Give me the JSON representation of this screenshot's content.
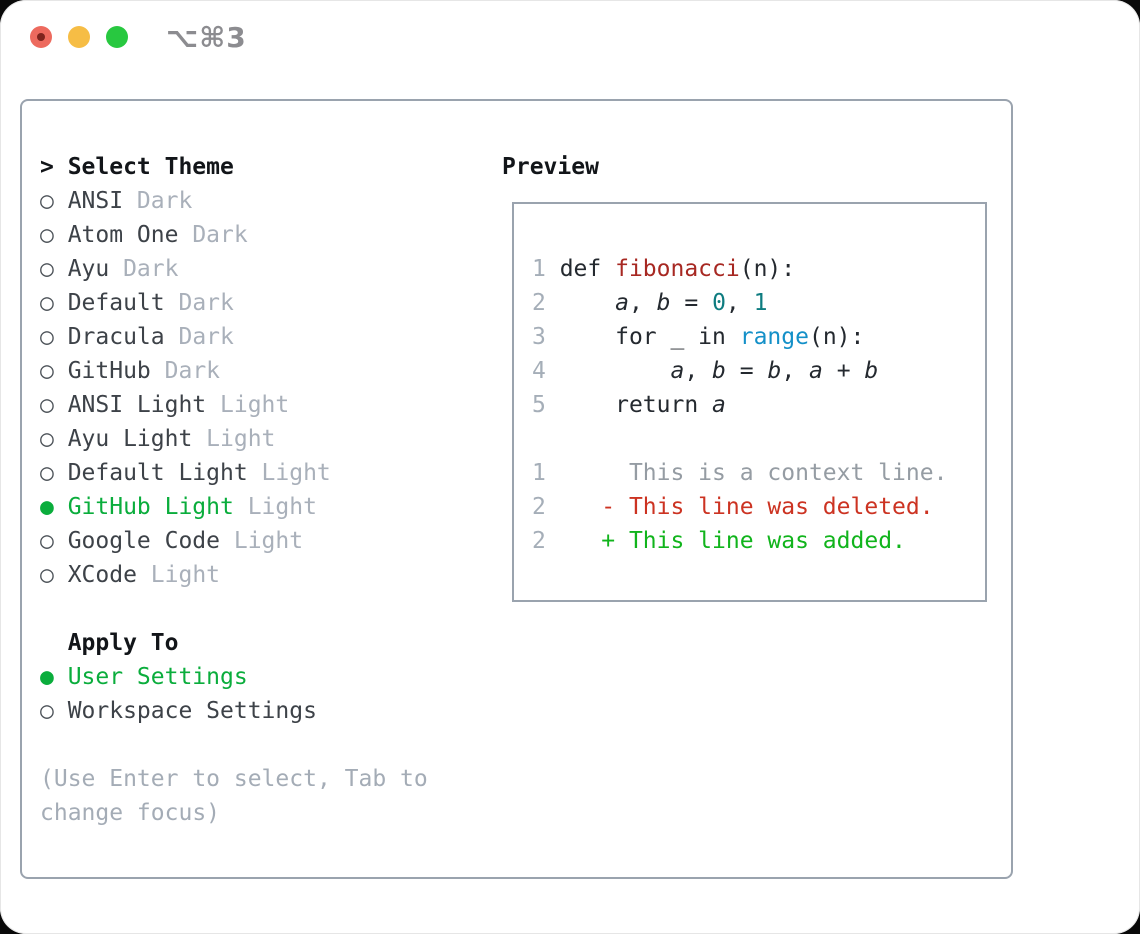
{
  "colors": {
    "accent_green": "#0AAD3C",
    "diff_red": "#CC3322",
    "diff_green": "#11B41C",
    "code_plain": "#24292F",
    "code_function": "#A72822",
    "code_number": "#0E7C80",
    "code_builtin": "#1490C8",
    "line_number": "#A5AEB8",
    "context_text": "#959CA3",
    "muted_tag": "#A9B0BA",
    "text_dark": "#3D4248",
    "header_text": "#121519",
    "help_text": "#A4ACB6",
    "panel_border": "#9AA3AE",
    "titlebar_text": "#8C8C90",
    "traffic_red": "#ED6A5E",
    "traffic_yellow": "#F6BD45",
    "traffic_green": "#28C840"
  },
  "titlebar": {
    "title": "⌥⌘3"
  },
  "theme_panel": {
    "header": {
      "prompt": ">",
      "label": "Select Theme"
    },
    "themes": [
      {
        "marker": "○",
        "name": "ANSI",
        "tag": "Dark",
        "selected": false
      },
      {
        "marker": "○",
        "name": "Atom One",
        "tag": "Dark",
        "selected": false
      },
      {
        "marker": "○",
        "name": "Ayu",
        "tag": "Dark",
        "selected": false
      },
      {
        "marker": "○",
        "name": "Default",
        "tag": "Dark",
        "selected": false
      },
      {
        "marker": "○",
        "name": "Dracula",
        "tag": "Dark",
        "selected": false
      },
      {
        "marker": "○",
        "name": "GitHub",
        "tag": "Dark",
        "selected": false
      },
      {
        "marker": "○",
        "name": "ANSI Light",
        "tag": "Light",
        "selected": false
      },
      {
        "marker": "○",
        "name": "Ayu Light",
        "tag": "Light",
        "selected": false
      },
      {
        "marker": "○",
        "name": "Default Light",
        "tag": "Light",
        "selected": false
      },
      {
        "marker": "●",
        "name": "GitHub Light",
        "tag": "Light",
        "selected": true
      },
      {
        "marker": "○",
        "name": "Google Code",
        "tag": "Light",
        "selected": false
      },
      {
        "marker": "○",
        "name": "XCode",
        "tag": "Light",
        "selected": false
      }
    ],
    "apply_to": {
      "label": "Apply To",
      "options": [
        {
          "marker": "●",
          "name": "User Settings",
          "selected": true
        },
        {
          "marker": "○",
          "name": "Workspace Settings",
          "selected": false
        }
      ]
    },
    "help": [
      "(Use Enter to select, Tab to",
      "change focus)"
    ]
  },
  "preview": {
    "title": "Preview",
    "lines": [
      [
        {
          "t": "1 ",
          "c": "ln"
        },
        {
          "t": "def ",
          "c": "pl"
        },
        {
          "t": "fibonacci",
          "c": "fn"
        },
        {
          "t": "(n):",
          "c": "pl"
        }
      ],
      [
        {
          "t": "2     ",
          "c": "ln"
        },
        {
          "t": "a",
          "c": "var"
        },
        {
          "t": ", ",
          "c": "pl"
        },
        {
          "t": "b",
          "c": "var"
        },
        {
          "t": " = ",
          "c": "pl"
        },
        {
          "t": "0",
          "c": "num"
        },
        {
          "t": ", ",
          "c": "pl"
        },
        {
          "t": "1",
          "c": "num"
        }
      ],
      [
        {
          "t": "3     ",
          "c": "ln"
        },
        {
          "t": "for _ in ",
          "c": "pl"
        },
        {
          "t": "range",
          "c": "bi"
        },
        {
          "t": "(n):",
          "c": "pl"
        }
      ],
      [
        {
          "t": "4         ",
          "c": "ln"
        },
        {
          "t": "a",
          "c": "var"
        },
        {
          "t": ", ",
          "c": "pl"
        },
        {
          "t": "b",
          "c": "var"
        },
        {
          "t": " = ",
          "c": "pl"
        },
        {
          "t": "b",
          "c": "var"
        },
        {
          "t": ", ",
          "c": "pl"
        },
        {
          "t": "a",
          "c": "var"
        },
        {
          "t": " + ",
          "c": "pl"
        },
        {
          "t": "b",
          "c": "var"
        }
      ],
      [
        {
          "t": "5     ",
          "c": "ln"
        },
        {
          "t": "return ",
          "c": "pl"
        },
        {
          "t": "a",
          "c": "var"
        }
      ],
      [],
      [
        {
          "t": "1      ",
          "c": "ln"
        },
        {
          "t": "This is a context line.",
          "c": "ctx"
        }
      ],
      [
        {
          "t": "2    ",
          "c": "ln"
        },
        {
          "t": "- This line was deleted.",
          "c": "del"
        }
      ],
      [
        {
          "t": "2    ",
          "c": "ln"
        },
        {
          "t": "+ This line was added.",
          "c": "add"
        }
      ]
    ]
  }
}
